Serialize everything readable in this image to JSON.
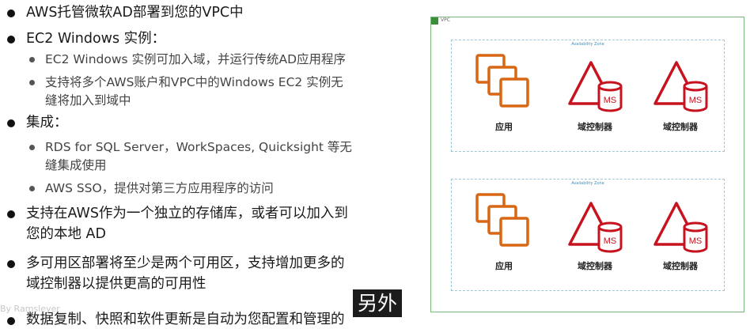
{
  "bullets": {
    "b1": "AWS托管微软AD部署到您的VPC中",
    "b2": "EC2 Windows 实例：",
    "b2_sub1": "EC2 Windows 实例可加入域，并运行传统AD应用程序",
    "b2_sub2_line1": "支持将多个AWS账户和VPC中的Windows EC2 实例无",
    "b2_sub2_line2": "缝将加入到域中",
    "b3": "集成：",
    "b3_sub1_line1": "RDS for SQL Server，WorkSpaces, Quicksight 等无",
    "b3_sub1_line2": "缝集成使用",
    "b3_sub2": "AWS SSO，提供对第三方应用程序的访问",
    "b4_line1": "支持在AWS作为一个独立的存储库，或者可以加入到",
    "b4_line2": "您的本地 AD",
    "b5_line1": "多可用区部署将至少是两个可用区，支持增加更多的",
    "b5_line2": "域控制器以提供更高的可用性",
    "b6": "数据复制、快照和软件更新是自动为您配置和管理的"
  },
  "subtitle": "另外",
  "watermark": "By Ramsleyer",
  "diagram": {
    "vpc_label": "VPC",
    "zones": [
      {
        "label": "Availability Zone",
        "nodes": [
          {
            "label": "应用",
            "icon": "app-icon"
          },
          {
            "label": "域控制器",
            "icon": "directory-service-icon",
            "badge": "MS"
          },
          {
            "label": "域控制器",
            "icon": "directory-service-icon",
            "badge": "MS"
          }
        ]
      },
      {
        "label": "Availability Zone",
        "nodes": [
          {
            "label": "应用",
            "icon": "app-icon"
          },
          {
            "label": "域控制器",
            "icon": "directory-service-icon",
            "badge": "MS"
          },
          {
            "label": "域控制器",
            "icon": "directory-service-icon",
            "badge": "MS"
          }
        ]
      }
    ],
    "colors": {
      "app": "#d86613",
      "directory": "#c7131f",
      "vpc_border": "#7cb87c",
      "az_border": "#9bc7d6"
    }
  }
}
